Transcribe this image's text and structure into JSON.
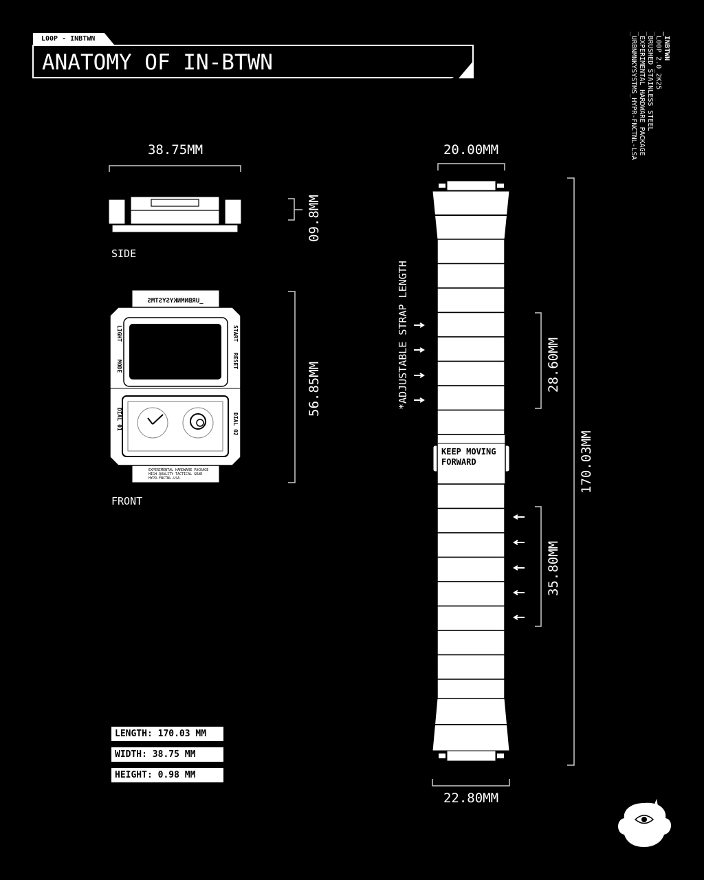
{
  "header": {
    "tag": "L00P - INBTWN",
    "title": "ANATOMY OF IN-BTWN"
  },
  "side_info": [
    "_INBTWN",
    "_L00P 2.0_2K25",
    "_BRUSHED STAINLESS STEEL",
    "_EXPERIMENTAL HARDWARE PACKAGE",
    "_URBNMNKYSYSTMS_HYPR-FNCTNL-LSA"
  ],
  "watch": {
    "width_dim": "38.75MM",
    "side_height_dim": "09.8MM",
    "side_label": "SIDE",
    "front_height_dim": "56.85MM",
    "front_label": "FRONT",
    "brand_mark": "_URBNMNKYSYSTMS",
    "buttons": [
      "LIGHT",
      "MODE",
      "START",
      "RESET"
    ],
    "dials": [
      "DIAL 01",
      "DIAL 02"
    ],
    "lug_text": [
      "EXPERIMENTAL HARDWARE PACKAGE",
      "HIGH QUALITY TACTICAL GEAR",
      "HYPR-FNCTNL-LSA"
    ]
  },
  "strap": {
    "top_width_dim": "20.00MM",
    "bottom_width_dim": "22.80MM",
    "total_length_dim": "170.03MM",
    "upper_section_dim": "28.60MM",
    "lower_section_dim": "35.80MM",
    "adjust_note": "*ADJUSTABLE STRAP LENGTH",
    "clasp_text": [
      "KEEP MOVING",
      "FORWARD"
    ]
  },
  "specs": [
    "LENGTH: 170.03 MM",
    "WIDTH: 38.75 MM",
    "HEIGHT: 0.98 MM"
  ],
  "colors": {
    "background": "#000000",
    "foreground": "#ffffff"
  }
}
